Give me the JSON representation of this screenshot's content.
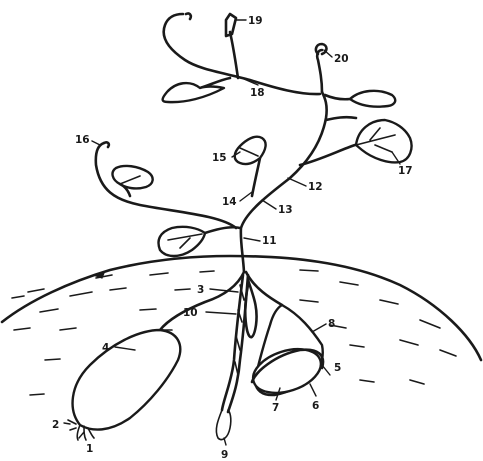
{
  "figure": {
    "labels": [
      "1",
      "2",
      "3",
      "4",
      "5",
      "6",
      "7",
      "8",
      "9",
      "10",
      "11",
      "12",
      "13",
      "14",
      "15",
      "16",
      "17",
      "18",
      "19",
      "20"
    ]
  }
}
